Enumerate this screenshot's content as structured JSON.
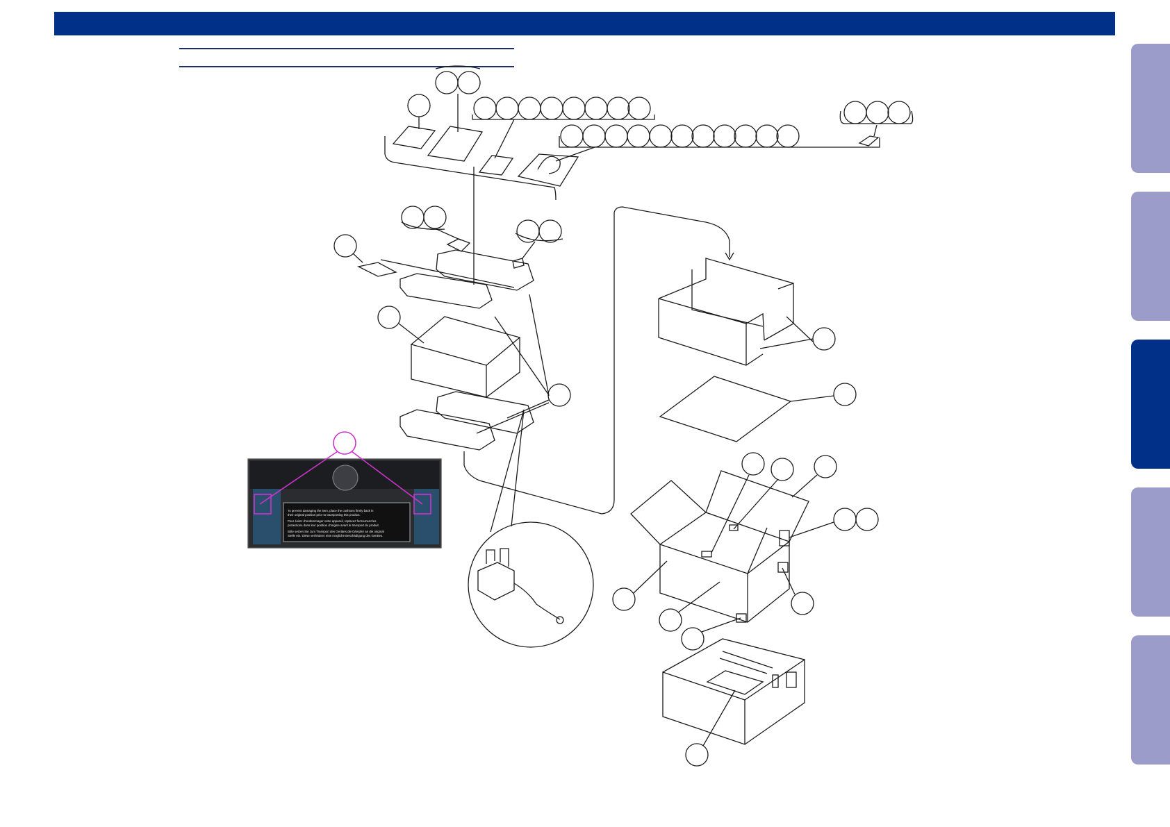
{
  "header": {
    "bar_color": "#003087"
  },
  "side_tabs": [
    {
      "state": "inactive",
      "color": "#9c9ccb"
    },
    {
      "state": "inactive",
      "color": "#9c9ccb"
    },
    {
      "state": "active",
      "color": "#003087"
    },
    {
      "state": "inactive",
      "color": "#9c9ccb"
    },
    {
      "state": "inactive",
      "color": "#9c9ccb"
    }
  ],
  "diagram": {
    "line_color": "#1a1a1a",
    "highlight_color": "#cc33cc",
    "photo_notice_lines": [
      "To prevent damaging the item, place the cushions firmly back in",
      "their original position prior to transporting this product.",
      "Pour éviter d'endommager votre appareil, replacez fermement les",
      "protections dans leur position d'origine avant le transport du produit.",
      "Bitte setzen Sie zum Transport des Gerätes die Dämpfer an die original",
      "Stelle ein. Diese verhindern eine mögliche Beschädigung des Gerätes."
    ]
  }
}
